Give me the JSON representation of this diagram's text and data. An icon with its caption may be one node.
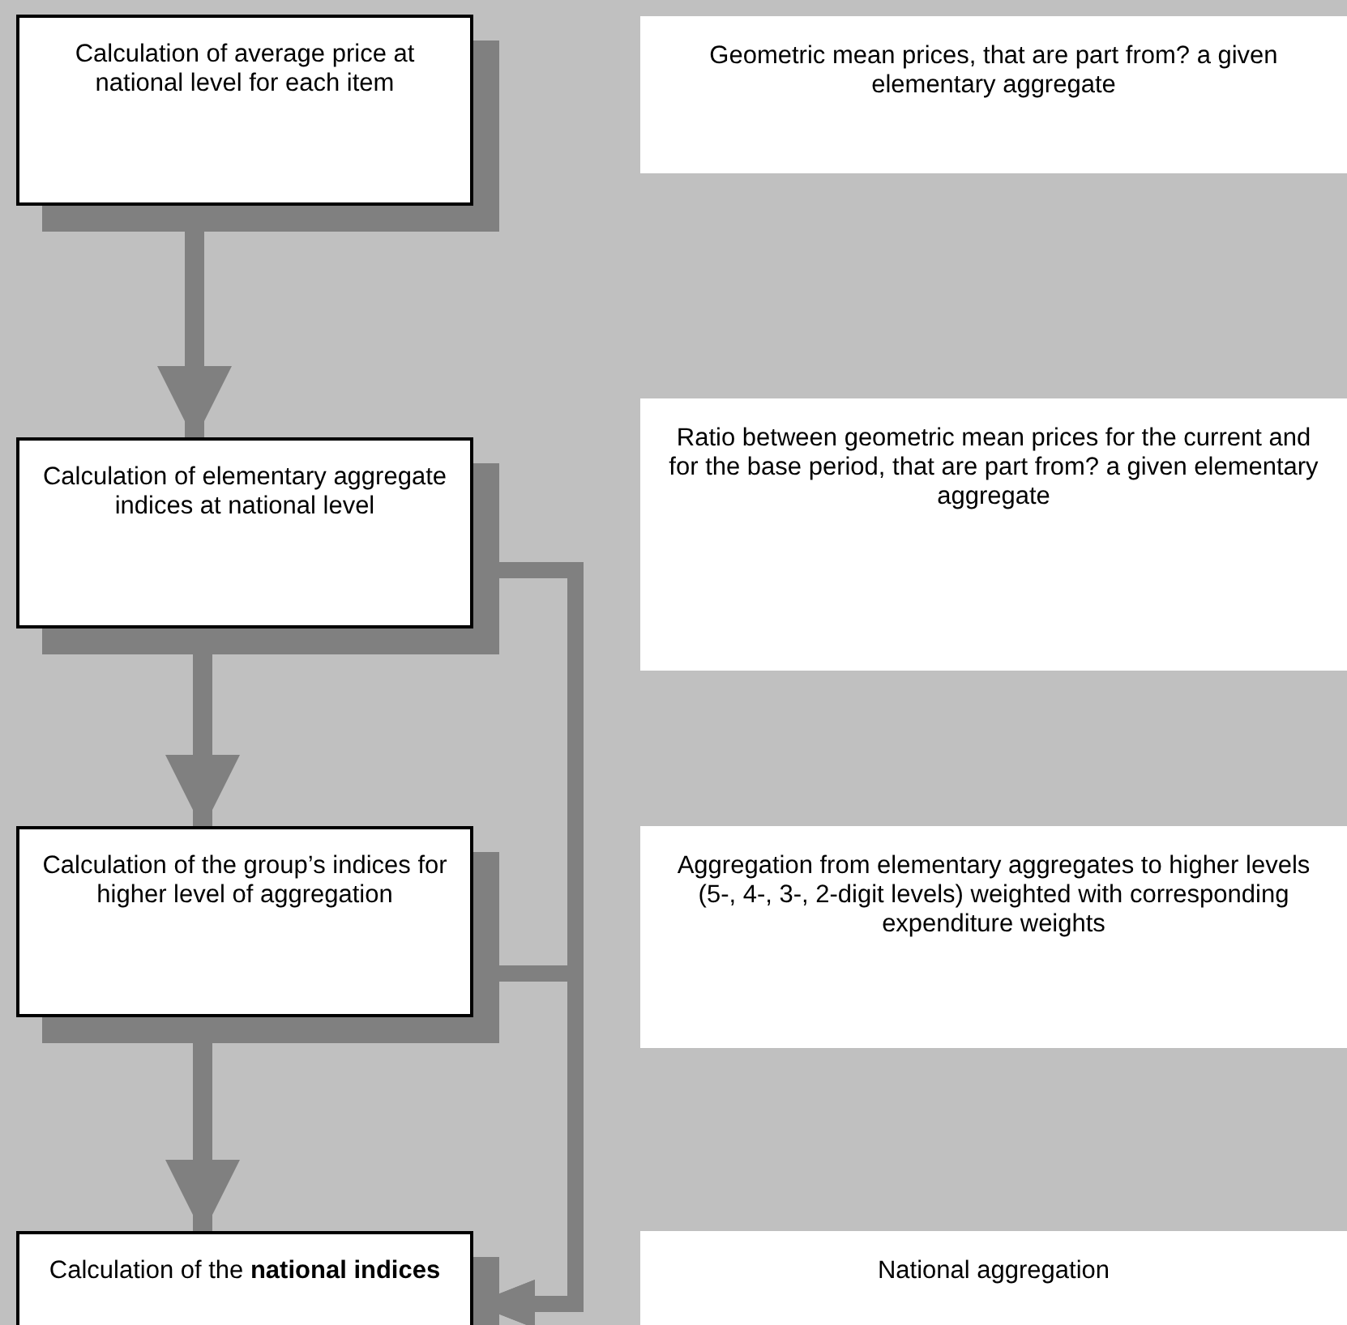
{
  "diagram": {
    "nodes": [
      {
        "text": [
          "Calculation of average price at national level for each item"
        ]
      },
      {
        "text": [
          "Calculation of elementary aggregate indices at national level"
        ]
      },
      {
        "text": [
          "Calculation of the group’s indices for higher level of aggregation"
        ]
      },
      {
        "text": [
          "Calculation of the **national indices**"
        ]
      },
      {
        "text": [
          "Geometric mean prices, that are part from? a given elementary aggregate"
        ]
      },
      {
        "text": [
          "Ratio between geometric mean prices for the current and for the base period, that are part from? a given elementary aggregate"
        ]
      },
      {
        "text": [
          "Aggregation from elementary aggregates to higher levels (5-, 4-, 3-, 2-digit levels) weighted with corresponding expenditure weights"
        ]
      },
      {
        "text": [
          "National aggregation"
        ]
      }
    ],
    "edges": [
      {
        "from": 0,
        "to": 1,
        "arrow": "to"
      },
      {
        "from": 1,
        "to": 2,
        "arrow": "to"
      },
      {
        "from": 2,
        "to": 3,
        "arrow": "to"
      },
      {
        "from": 1,
        "to": 3,
        "arrow": "to"
      },
      {
        "from": 2,
        "to": 3,
        "arrow": "to"
      }
    ]
  }
}
